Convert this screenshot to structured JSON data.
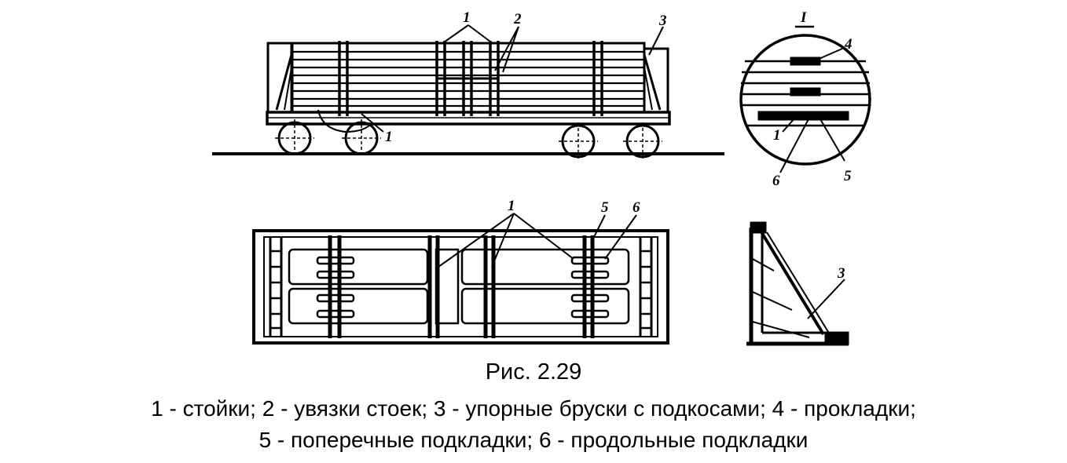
{
  "figure": {
    "number": "Рис. 2.29",
    "legend_line_1": "1 - стойки; 2 - увязки стоек; 3 - упорные бруски с подкосами; 4 - прокладки;",
    "legend_line_2": "5 - поперечные подкладки; 6 - продольные подкладки"
  },
  "side_view": {
    "callouts": [
      "1",
      "2",
      "3",
      "1"
    ]
  },
  "detail_view": {
    "title": "I",
    "callouts": [
      "4",
      "1",
      "6",
      "5"
    ]
  },
  "plan_view": {
    "callouts": [
      "1",
      "5",
      "6"
    ]
  },
  "stop_block_view": {
    "callouts": [
      "3"
    ]
  }
}
